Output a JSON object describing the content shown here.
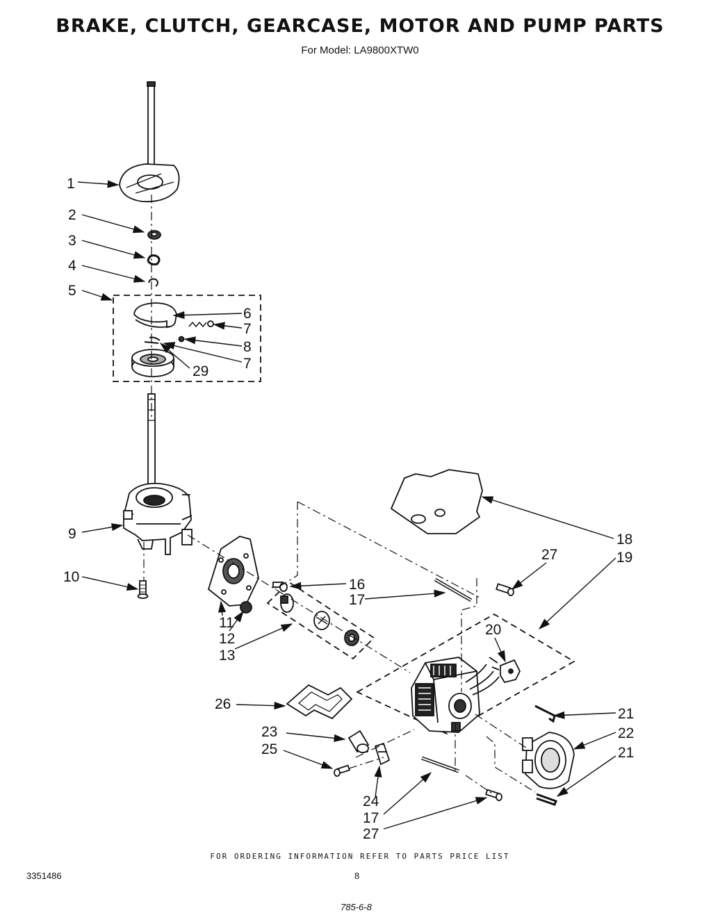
{
  "title": "BRAKE, CLUTCH, GEARCASE, MOTOR AND PUMP PARTS",
  "subtitle": "For Model: LA9800XTW0",
  "callouts": [
    {
      "id": "c1",
      "label": "1"
    },
    {
      "id": "c2",
      "label": "2"
    },
    {
      "id": "c3",
      "label": "3"
    },
    {
      "id": "c4",
      "label": "4"
    },
    {
      "id": "c5",
      "label": "5"
    },
    {
      "id": "c6",
      "label": "6"
    },
    {
      "id": "c7a",
      "label": "7"
    },
    {
      "id": "c8",
      "label": "8"
    },
    {
      "id": "c7b",
      "label": "7"
    },
    {
      "id": "c29",
      "label": "29"
    },
    {
      "id": "c9",
      "label": "9"
    },
    {
      "id": "c10",
      "label": "10"
    },
    {
      "id": "c11",
      "label": "11"
    },
    {
      "id": "c12",
      "label": "12"
    },
    {
      "id": "c13",
      "label": "13"
    },
    {
      "id": "c16",
      "label": "16"
    },
    {
      "id": "c17a",
      "label": "17"
    },
    {
      "id": "c18",
      "label": "18"
    },
    {
      "id": "c19",
      "label": "19"
    },
    {
      "id": "c27a",
      "label": "27"
    },
    {
      "id": "c20",
      "label": "20"
    },
    {
      "id": "c21a",
      "label": "21"
    },
    {
      "id": "c22",
      "label": "22"
    },
    {
      "id": "c21b",
      "label": "21"
    },
    {
      "id": "c26",
      "label": "26"
    },
    {
      "id": "c23",
      "label": "23"
    },
    {
      "id": "c25",
      "label": "25"
    },
    {
      "id": "c24",
      "label": "24"
    },
    {
      "id": "c17b",
      "label": "17"
    },
    {
      "id": "c27b",
      "label": "27"
    }
  ],
  "footer": {
    "ordering_note": "FOR ORDERING INFORMATION REFER TO PARTS PRICE LIST",
    "doc_number": "3351486",
    "page_number": "8",
    "stamp": "785-6-8"
  }
}
